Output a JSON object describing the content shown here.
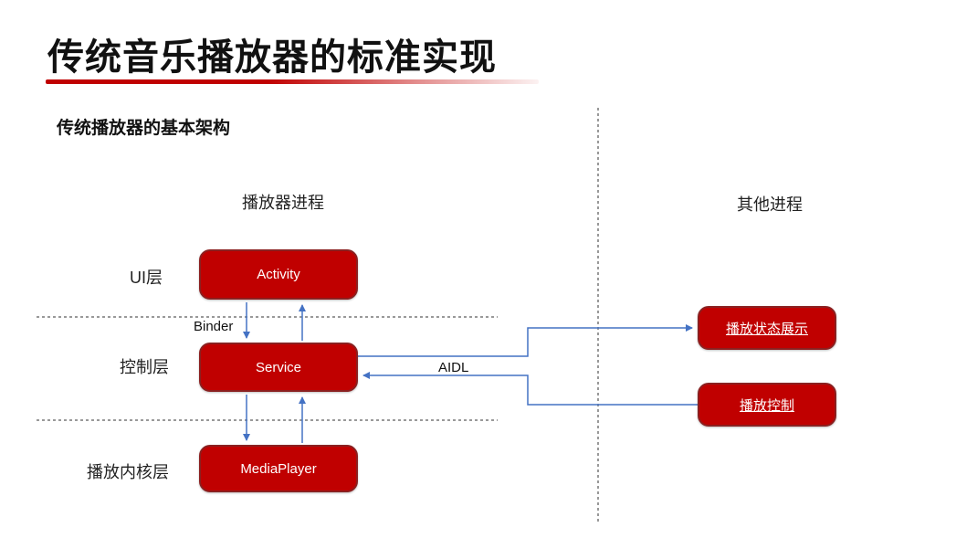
{
  "page": {
    "title": "传统音乐播放器的标准实现",
    "subtitle": "传统播放器的基本架构"
  },
  "diagram": {
    "process_labels": {
      "player": "播放器进程",
      "other": "其他进程"
    },
    "layer_labels": {
      "ui": "UI层",
      "control": "控制层",
      "core": "播放内核层"
    },
    "nodes": {
      "activity": "Activity",
      "service": "Service",
      "mediaplayer": "MediaPlayer",
      "status_display": "播放状态展示",
      "play_control": "播放控制"
    },
    "edge_labels": {
      "binder": "Binder",
      "aidl": "AIDL"
    },
    "edges": [
      {
        "from": "activity",
        "to": "service",
        "bidirectional": true,
        "label": "Binder"
      },
      {
        "from": "service",
        "to": "mediaplayer",
        "bidirectional": true
      },
      {
        "from": "service",
        "to": "status_display",
        "label": "AIDL"
      },
      {
        "from": "play_control",
        "to": "service"
      }
    ],
    "colors": {
      "node_fill": "#c00000",
      "node_border": "#8b2020",
      "arrow_blue": "#4472c4",
      "accent_red": "#c00000",
      "dashed_line": "#333333"
    }
  }
}
